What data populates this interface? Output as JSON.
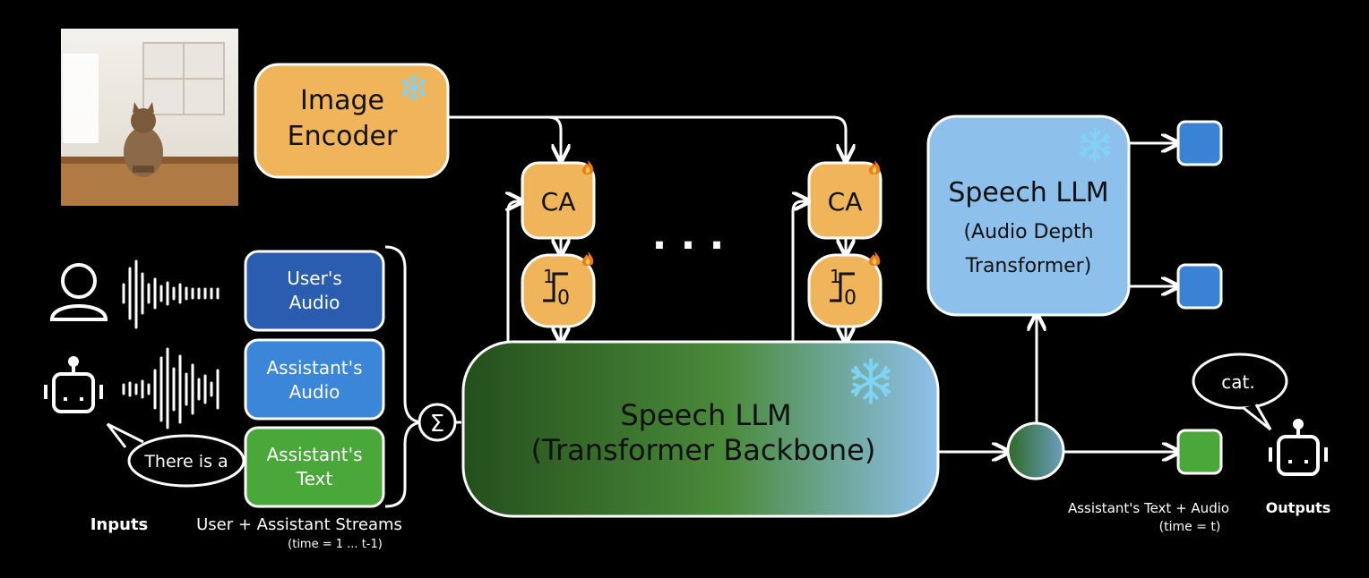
{
  "image_encoder": {
    "line1": "Image",
    "line2": "Encoder"
  },
  "cross_attention": {
    "label": "CA"
  },
  "gate": {
    "top": "1",
    "bottom": "0"
  },
  "ellipsis": ". . .",
  "depth_transformer": {
    "line1": "Speech LLM",
    "line2": "(Audio Depth",
    "line3": "Transformer)"
  },
  "backbone": {
    "line1": "Speech LLM",
    "line2": "(Transformer Backbone)"
  },
  "streams": [
    {
      "line1": "User's",
      "line2": "Audio",
      "color": "#2a5db0"
    },
    {
      "line1": "Assistant's",
      "line2": "Audio",
      "color": "#3b86d8"
    },
    {
      "line1": "Assistant's",
      "line2": "Text",
      "color": "#4aa83a"
    }
  ],
  "sum_symbol": "Σ",
  "speech_bubble_input": "There is a",
  "speech_bubble_output": "cat.",
  "inputs_caption": {
    "bold": "Inputs",
    "text": "User + Assistant Streams",
    "time": "(time = 1 ... t-1)"
  },
  "outputs_caption": {
    "text": "Assistant's Text + Audio",
    "time": "(time = t)",
    "bold": "Outputs"
  },
  "colors": {
    "orange": "#f0b45a",
    "light_blue": "#8ec0ec",
    "dark_green": "#2f6a26",
    "output_blue": "#3a83d4",
    "output_green": "#4aa83a",
    "ice": "#7fd4f5",
    "flame": "#f07a1a"
  },
  "icons": [
    "photo-cat-image",
    "snowflake-icon",
    "flame-icon",
    "user-icon",
    "robot-icon",
    "waveform-icon",
    "sigma-icon"
  ]
}
